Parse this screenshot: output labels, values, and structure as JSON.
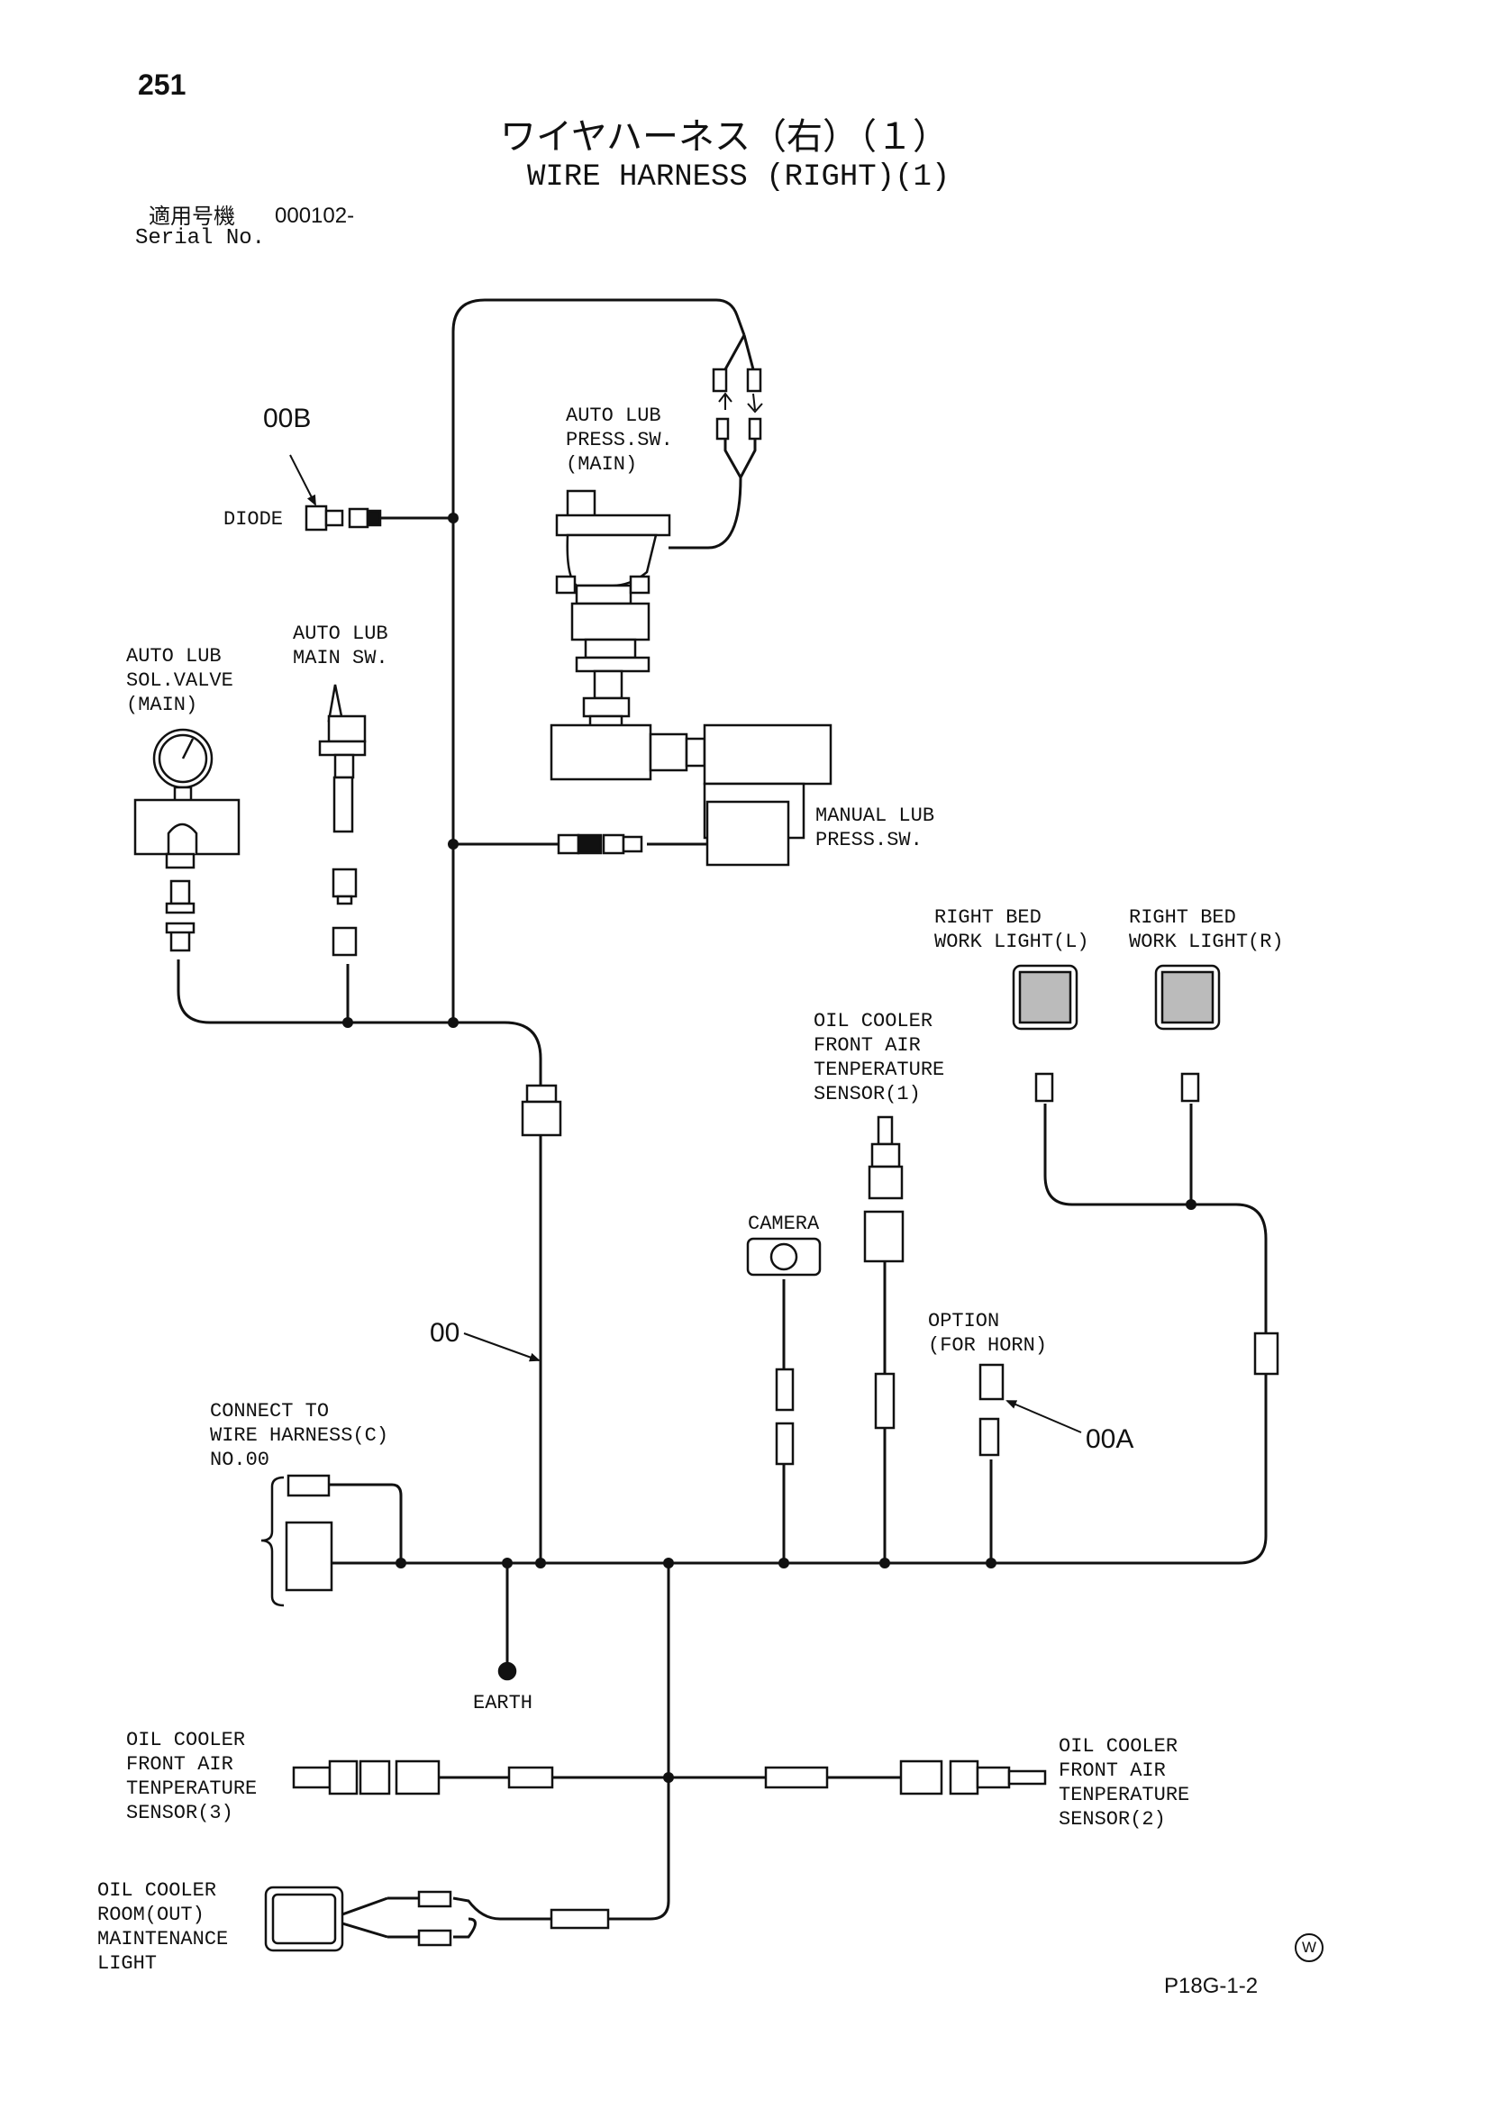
{
  "page": {
    "number": "251",
    "title_jp": "ワイヤハーネス（右）（１）",
    "title_en": "WIRE HARNESS (RIGHT)(1)",
    "serial_label_jp": "適用号機",
    "serial_value": "000102-",
    "serial_label_en": "Serial No.",
    "page_code": "P18G-1-2",
    "corner_mark": "W"
  },
  "diagram": {
    "labels": {
      "auto_lub_press_sw_main": "AUTO LUB\nPRESS.SW.\n(MAIN)",
      "diode": "DIODE",
      "auto_lub_sol_valve": "AUTO LUB\nSOL.VALVE\n(MAIN)",
      "auto_lub_main_sw": "AUTO LUB\nMAIN SW.",
      "manual_lub_press_sw": "MANUAL LUB\nPRESS.SW.",
      "right_bed_work_light_l": "RIGHT BED\nWORK LIGHT(L)",
      "right_bed_work_light_r": "RIGHT BED\nWORK LIGHT(R)",
      "oil_cooler_sensor_1": "OIL COOLER\nFRONT AIR\nTENPERATURE\nSENSOR(1)",
      "camera": "CAMERA",
      "option_for_horn": "OPTION\n(FOR HORN)",
      "connect_to_harness_c": "CONNECT TO\nWIRE HARNESS(C)\nNO.00",
      "earth": "EARTH",
      "oil_cooler_sensor_3": "OIL COOLER\nFRONT AIR\nTENPERATURE\nSENSOR(3)",
      "oil_cooler_sensor_2": "OIL COOLER\nFRONT AIR\nTENPERATURE\nSENSOR(2)",
      "oil_cooler_room_light": "OIL COOLER\nROOM(OUT)\nMAINTENANCE\nLIGHT"
    },
    "part_refs": {
      "ref_00b": "00B",
      "ref_00": "00",
      "ref_00a": "00A"
    }
  }
}
